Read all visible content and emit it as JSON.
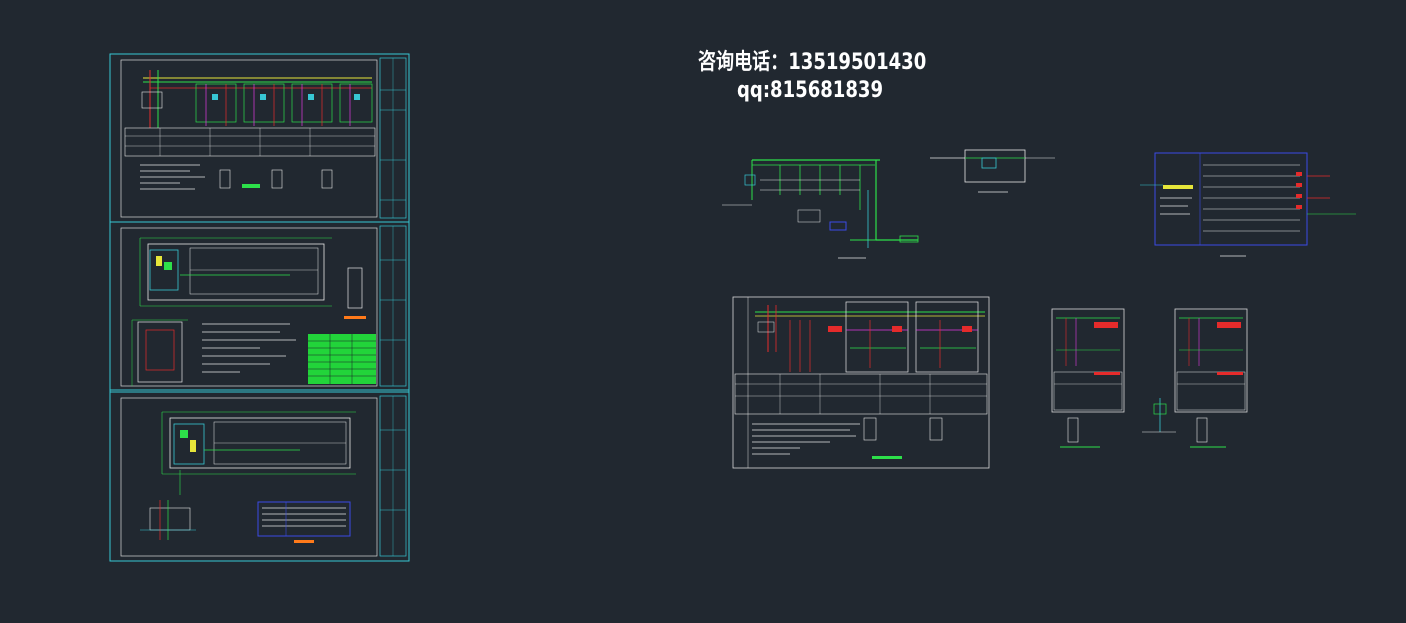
{
  "canvas": {
    "background": "#212830"
  },
  "overlay": {
    "phone_label": "咨询电话：",
    "phone_number": "13519501430",
    "qq_label": "qq:",
    "qq_number": "815681839"
  },
  "colors": {
    "sheet_frame": "#37c7d4",
    "sheet_frame_white": "#d9d9d9",
    "line_white": "#e6e6e6",
    "wire_green": "#2de04a",
    "wire_red": "#e52b2b",
    "wire_magenta": "#e23ae2",
    "wire_yellow": "#e6e63a",
    "wire_cyan": "#37c7d4",
    "wire_blue": "#3a4ae6",
    "accent_orange": "#ff7a1a",
    "table_green": "#22d43a"
  },
  "icons": {
    "drawing_sheet": "cad-drawing-sheet-icon",
    "wiring": "electrical-wiring-icon"
  }
}
